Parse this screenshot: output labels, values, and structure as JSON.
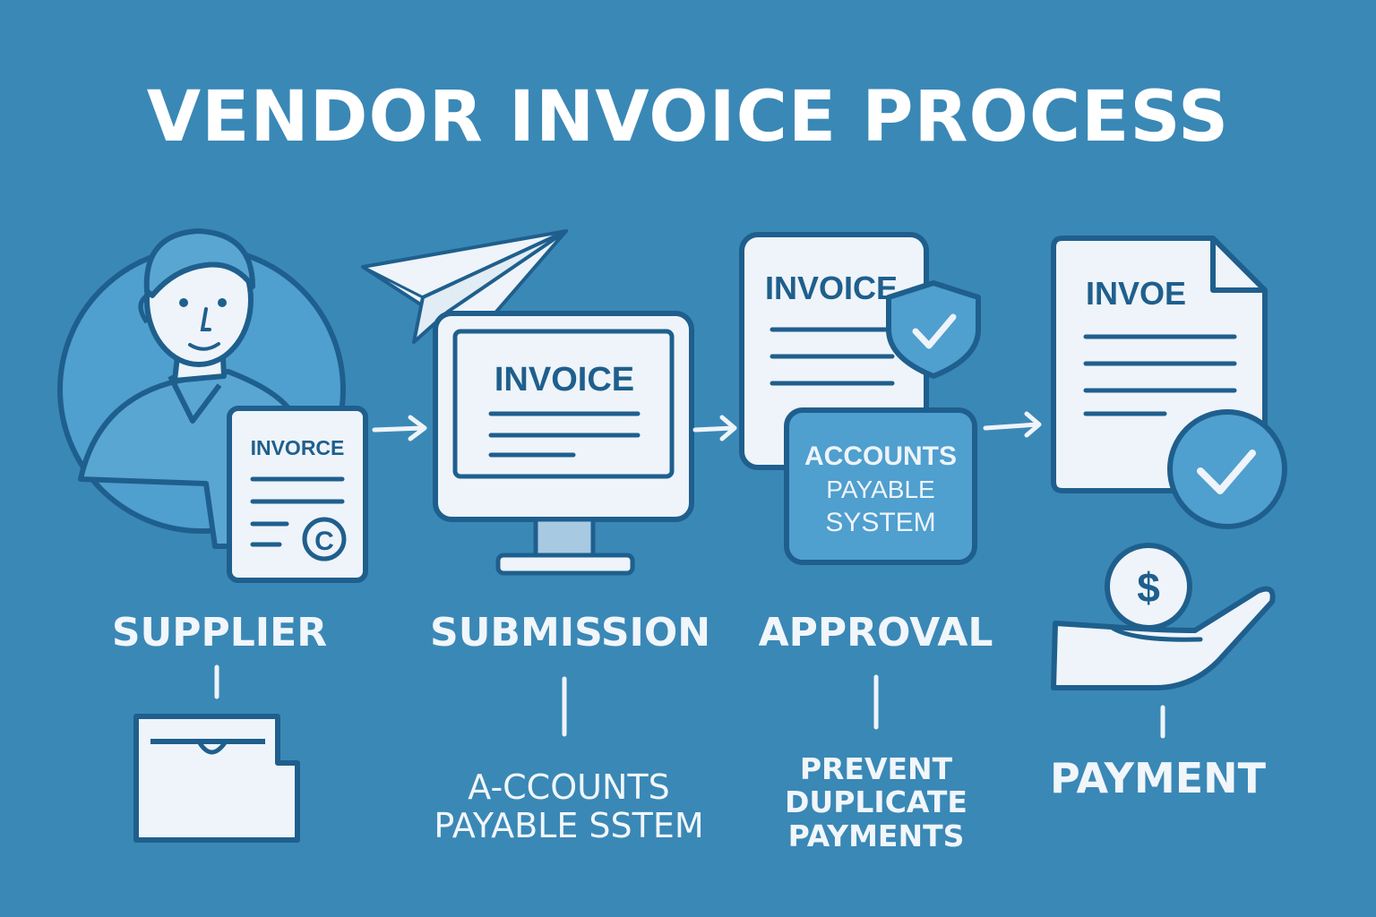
{
  "title": "VENDOR INVOICE PROCESS",
  "colors": {
    "background": "#3a88b6",
    "outline": "#1f5f8d",
    "paper": "#eef4f9",
    "accent_fill": "#4f9fcf",
    "text_light": "#f1f6fa"
  },
  "steps": [
    {
      "label": "SUPPLIER",
      "document_title": "INVORCE",
      "icons": [
        "person-icon",
        "invoice-document-icon",
        "copyright-seal-icon",
        "folder-icon"
      ]
    },
    {
      "label": "SUBMISSION",
      "screen_title": "INVOICE",
      "detail": [
        "A-CCOUNTS",
        "PAYABLE SSTEM"
      ],
      "icons": [
        "paper-plane-icon",
        "monitor-icon"
      ]
    },
    {
      "label": "APPROVAL",
      "document_title": "INVOICE",
      "system_box": [
        "ACCOUNTS",
        "PAYABLE",
        "SYSTEM"
      ],
      "detail": [
        "PREVENT",
        "DUPLICATE",
        "PAYMENTS"
      ],
      "icons": [
        "invoice-document-icon",
        "shield-check-icon"
      ]
    },
    {
      "label": "PAYMENT",
      "document_title": "INVOE",
      "icons": [
        "invoice-document-icon",
        "checkmark-circle-icon",
        "hand-coin-icon"
      ]
    }
  ],
  "coin_symbol": "$",
  "seal_symbol": "C"
}
